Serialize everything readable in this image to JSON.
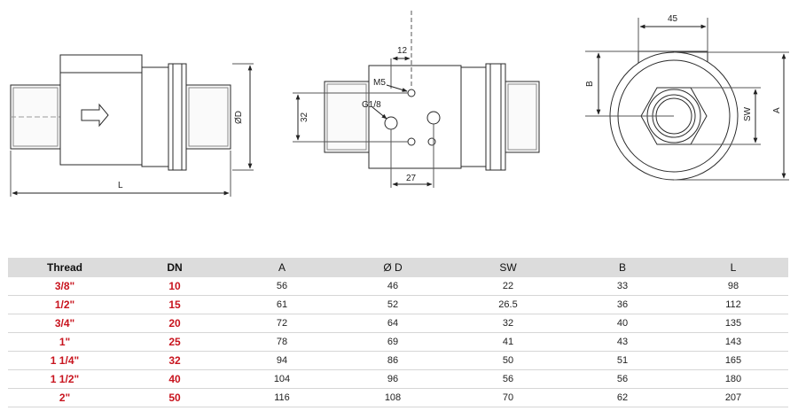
{
  "drawing": {
    "side_view": {
      "dim_length": "L",
      "dim_diameter": "ØD"
    },
    "front_view": {
      "dim_top": "12",
      "dim_m5": "M5",
      "dim_g18": "G1/8",
      "dim_left": "32",
      "dim_bottom": "27"
    },
    "end_view": {
      "dim_top": "45",
      "dim_b": "B",
      "dim_sw": "SW",
      "dim_a": "A"
    }
  },
  "table": {
    "headers": [
      "Thread",
      "DN",
      "A",
      "Ø D",
      "SW",
      "B",
      "L"
    ],
    "rows": [
      [
        "3/8\"",
        "10",
        "56",
        "46",
        "22",
        "33",
        "98"
      ],
      [
        "1/2\"",
        "15",
        "61",
        "52",
        "26.5",
        "36",
        "112"
      ],
      [
        "3/4\"",
        "20",
        "72",
        "64",
        "32",
        "40",
        "135"
      ],
      [
        "1\"",
        "25",
        "78",
        "69",
        "41",
        "43",
        "143"
      ],
      [
        "1 1/4\"",
        "32",
        "94",
        "86",
        "50",
        "51",
        "165"
      ],
      [
        "1 1/2\"",
        "40",
        "104",
        "96",
        "56",
        "56",
        "180"
      ],
      [
        "2\"",
        "50",
        "116",
        "108",
        "70",
        "62",
        "207"
      ]
    ]
  },
  "colors": {
    "accent_red": "#c8141e",
    "header_bg": "#dcdcdc",
    "line": "#2a2a2a"
  }
}
